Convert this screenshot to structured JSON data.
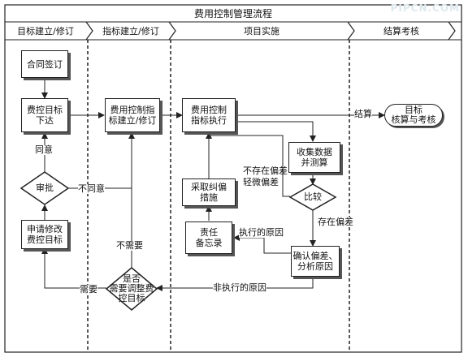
{
  "title": "费用控制管理流程",
  "watermark": "PIPCN.COM",
  "lanes": [
    "目标建立/修订",
    "指标建立/修订",
    "项目实施",
    "结算考核"
  ],
  "nodes": {
    "contract": "合同签订",
    "issue_target": "费控目标\n下达",
    "approve": "审批",
    "apply_modify": "申请修改\n费控目标",
    "set_indicators": "费用控制指\n标建立/修订",
    "adjust_decision": "是否\n需要调整费\n控目标",
    "execute": "费用控制\n指标执行",
    "corrective": "采取纠偏\n措施",
    "responsibility": "责任\n备忘录",
    "collect": "收集数据\n并测算",
    "compare": "比较",
    "confirm": "确认偏差、\n分析原因",
    "target_check": "目标\n核算与考核"
  },
  "labels": {
    "agree": "同意",
    "disagree": "不同意",
    "need": "需要",
    "no_need": "不需要",
    "no_or_minor": "不存在偏差\n轻微偏差",
    "has_deviation": "存在偏差",
    "execution_reason": "执行的原因",
    "non_execution_reason": "非执行的原因",
    "settle": "结算"
  },
  "colors": {
    "line": "#222222",
    "shadow": "#555555",
    "watermark": "#dde9ee"
  }
}
